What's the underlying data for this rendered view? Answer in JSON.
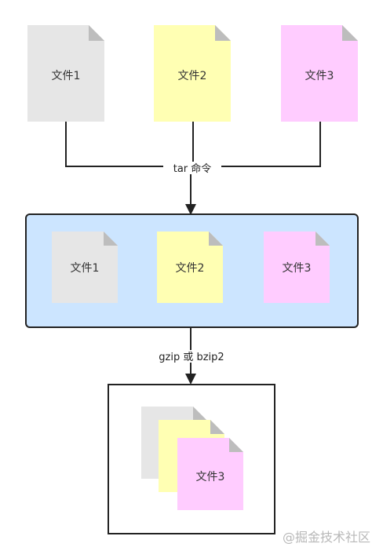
{
  "top_files": [
    {
      "label": "文件1",
      "color": "#e6e6e6"
    },
    {
      "label": "文件2",
      "color": "#ffffb3"
    },
    {
      "label": "文件3",
      "color": "#ffccff"
    }
  ],
  "tar_label": "tar 命令",
  "archive": {
    "bg_color": "#cce5ff",
    "files": [
      {
        "label": "文件1",
        "color": "#e6e6e6"
      },
      {
        "label": "文件2",
        "color": "#ffffb3"
      },
      {
        "label": "文件3",
        "color": "#ffccff"
      }
    ]
  },
  "compress_label": "gzip 或 bzip2",
  "compressed": {
    "files": [
      {
        "color": "#e6e6e6"
      },
      {
        "color": "#ffffb3"
      },
      {
        "label": "文件3",
        "color": "#ffccff"
      }
    ]
  },
  "watermark": "@掘金技术社区"
}
